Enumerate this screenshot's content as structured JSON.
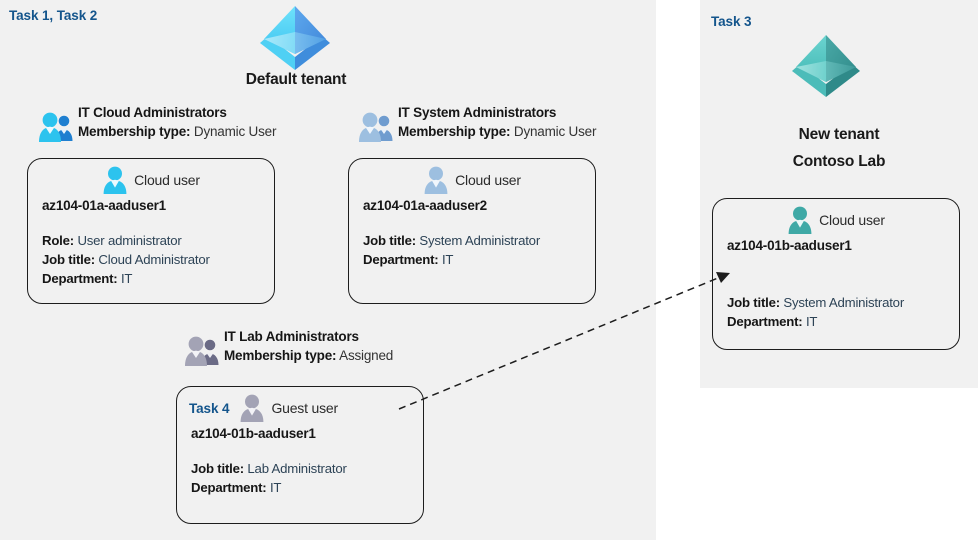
{
  "colors": {
    "panel_bg": "#f1f1f1",
    "task_blue": "#14558c",
    "tenant_blue_light": "#54d6f7",
    "tenant_blue_dark": "#4a90e2",
    "tenant_teal_light": "#57c9c4",
    "tenant_teal_dark": "#3c9a99",
    "user_cyan": "#29b6e8",
    "user_muted_blue": "#92b3d6",
    "user_grey": "#9a9aad",
    "user_teal": "#3fa9a6",
    "value_text": "#2d4356",
    "label_text": "#161616"
  },
  "left_panel": {
    "task_label": "Task 1, Task 2",
    "tenant": {
      "icon": "azure-ad-tenant-icon",
      "name": "Default tenant",
      "theme": "blue"
    },
    "groups": [
      {
        "icon": "group-users-icon",
        "icon_theme": "cyan",
        "title": "IT Cloud Administrators",
        "meta_label": "Membership type:",
        "meta_value": "Dynamic User",
        "card": {
          "user_icon": "cloud-user-icon",
          "user_icon_theme": "cyan",
          "kind": "Cloud user",
          "task": null,
          "upn": "az104-01a-aaduser1",
          "props": [
            {
              "label": "Role:",
              "value": "User administrator"
            },
            {
              "label": "Job title:",
              "value": "Cloud Administrator"
            },
            {
              "label": "Department:",
              "value": "IT"
            }
          ]
        }
      },
      {
        "icon": "group-users-icon",
        "icon_theme": "muted-blue",
        "title": "IT System Administrators",
        "meta_label": "Membership type:",
        "meta_value": "Dynamic User",
        "card": {
          "user_icon": "cloud-user-icon",
          "user_icon_theme": "muted-blue",
          "kind": "Cloud user",
          "task": null,
          "upn": "az104-01a-aaduser2",
          "props": [
            {
              "label": "Job title:",
              "value": "System Administrator"
            },
            {
              "label": "Department:",
              "value": "IT"
            }
          ]
        }
      },
      {
        "icon": "group-users-icon",
        "icon_theme": "grey",
        "title": "IT Lab Administrators",
        "meta_label": "Membership type:",
        "meta_value": "Assigned",
        "card": {
          "user_icon": "guest-user-icon",
          "user_icon_theme": "grey",
          "kind": "Guest user",
          "task": "Task 4",
          "upn": "az104-01b-aaduser1",
          "props": [
            {
              "label": "Job title:",
              "value": "Lab Administrator"
            },
            {
              "label": "Department:",
              "value": "IT"
            }
          ]
        }
      }
    ]
  },
  "right_panel": {
    "task_label": "Task 3",
    "tenant": {
      "icon": "azure-ad-tenant-icon",
      "name_line1": "New  tenant",
      "name_line2": "Contoso Lab",
      "theme": "teal"
    },
    "card": {
      "user_icon": "cloud-user-icon",
      "user_icon_theme": "teal",
      "kind": "Cloud user",
      "upn": "az104-01b-aaduser1",
      "props": [
        {
          "label": "Job title:",
          "value": "System Administrator"
        },
        {
          "label": "Department:",
          "value": "IT"
        }
      ]
    }
  },
  "connector": {
    "name": "guest-invite-arrow",
    "style": "dashed",
    "from": "IT Lab Administrators guest user card",
    "to": "Contoso Lab cloud user card"
  }
}
